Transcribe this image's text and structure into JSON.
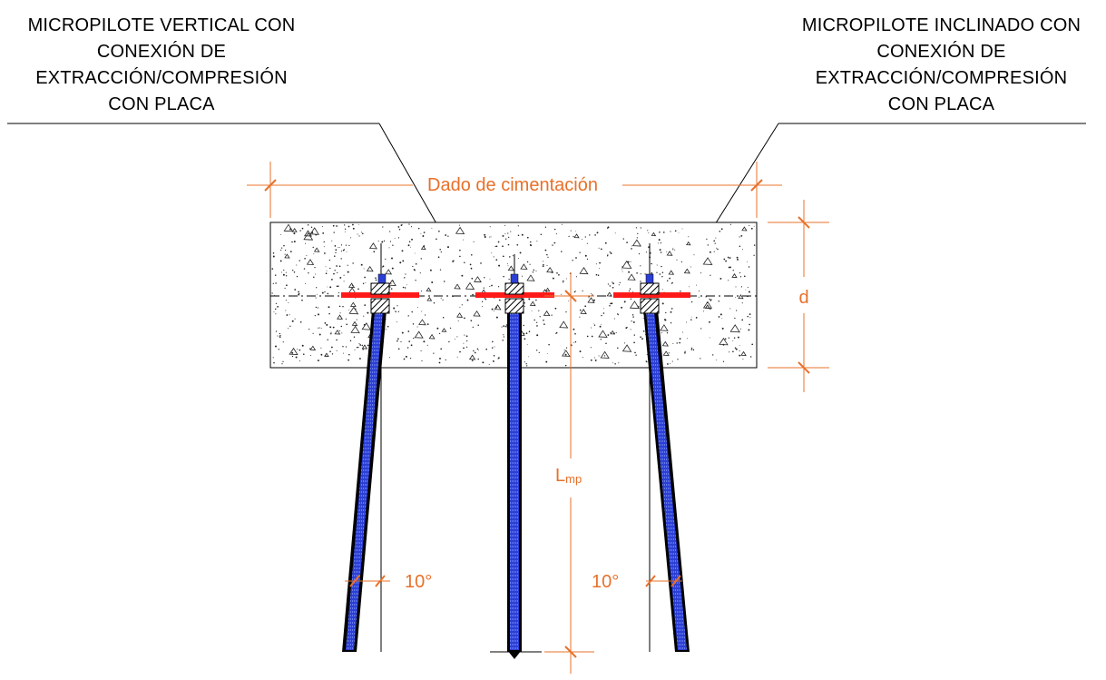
{
  "labels": {
    "left_title": [
      "MICROPILOTE VERTICAL CON",
      "CONEXIÓN DE",
      "EXTRACCIÓN/COMPRESIÓN",
      "CON PLACA"
    ],
    "right_title": [
      "MICROPILOTE INCLINADO CON",
      "CONEXIÓN DE",
      "EXTRACCIÓN/COMPRESIÓN",
      "CON PLACA"
    ],
    "dado": "Dado de cimentación",
    "depth": "d",
    "length_main": "L",
    "length_sub": "mp",
    "angle_left": "10°",
    "angle_right": "10°"
  },
  "colors": {
    "dimension": "#e8702a",
    "plate": "#ff1a1a",
    "pile_blue": "#2b3fd6",
    "outline": "#000000"
  },
  "pile_inclination_deg": 10
}
